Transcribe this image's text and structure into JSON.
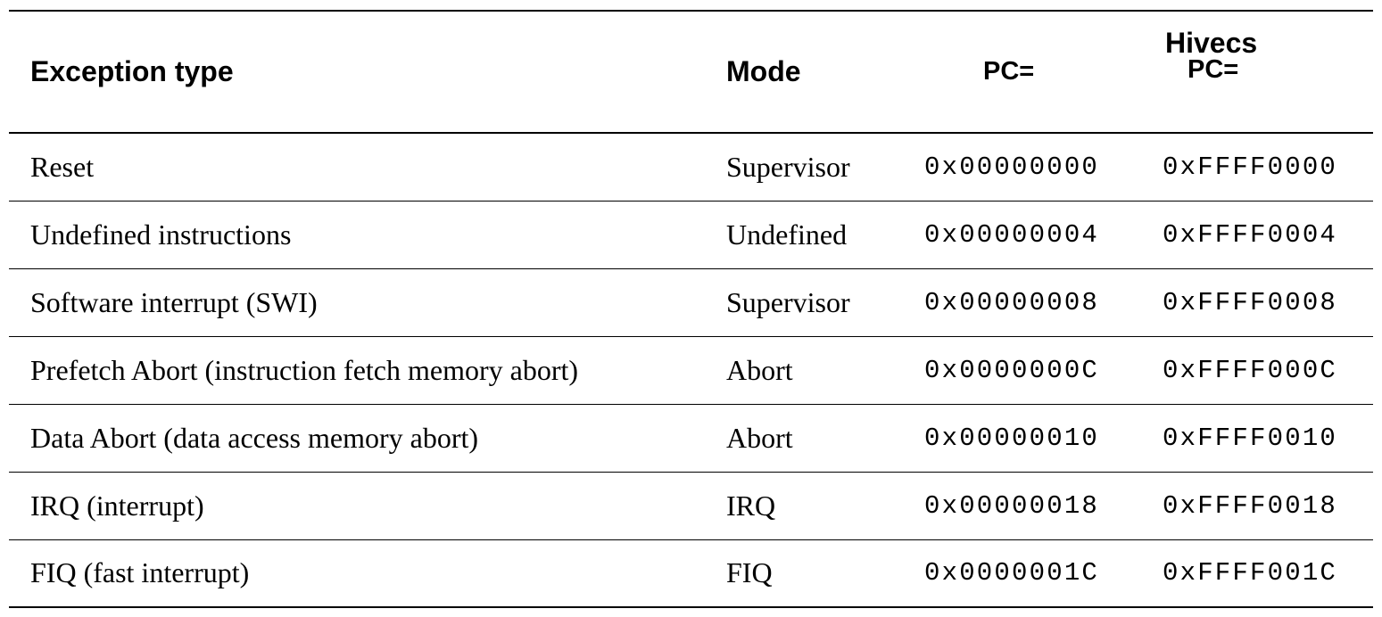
{
  "table": {
    "headers": {
      "exception_type": "Exception type",
      "mode": "Mode",
      "pc": "PC=",
      "hivecs_line1": "Hivecs",
      "hivecs_line2": "PC="
    },
    "rows": [
      {
        "exception": "Reset",
        "mode": "Supervisor",
        "pc": "0x00000000",
        "hivecs_pc": "0xFFFF0000"
      },
      {
        "exception": "Undefined instructions",
        "mode": "Undefined",
        "pc": "0x00000004",
        "hivecs_pc": "0xFFFF0004"
      },
      {
        "exception": "Software interrupt (SWI)",
        "mode": "Supervisor",
        "pc": "0x00000008",
        "hivecs_pc": "0xFFFF0008"
      },
      {
        "exception": "Prefetch Abort (instruction fetch memory abort)",
        "mode": "Abort",
        "pc": "0x0000000C",
        "hivecs_pc": "0xFFFF000C"
      },
      {
        "exception": "Data Abort (data access memory abort)",
        "mode": "Abort",
        "pc": "0x00000010",
        "hivecs_pc": "0xFFFF0010"
      },
      {
        "exception": "IRQ (interrupt)",
        "mode": "IRQ",
        "pc": "0x00000018",
        "hivecs_pc": "0xFFFF0018"
      },
      {
        "exception": "FIQ (fast interrupt)",
        "mode": "FIQ",
        "pc": "0x0000001C",
        "hivecs_pc": "0xFFFF001C"
      }
    ]
  }
}
